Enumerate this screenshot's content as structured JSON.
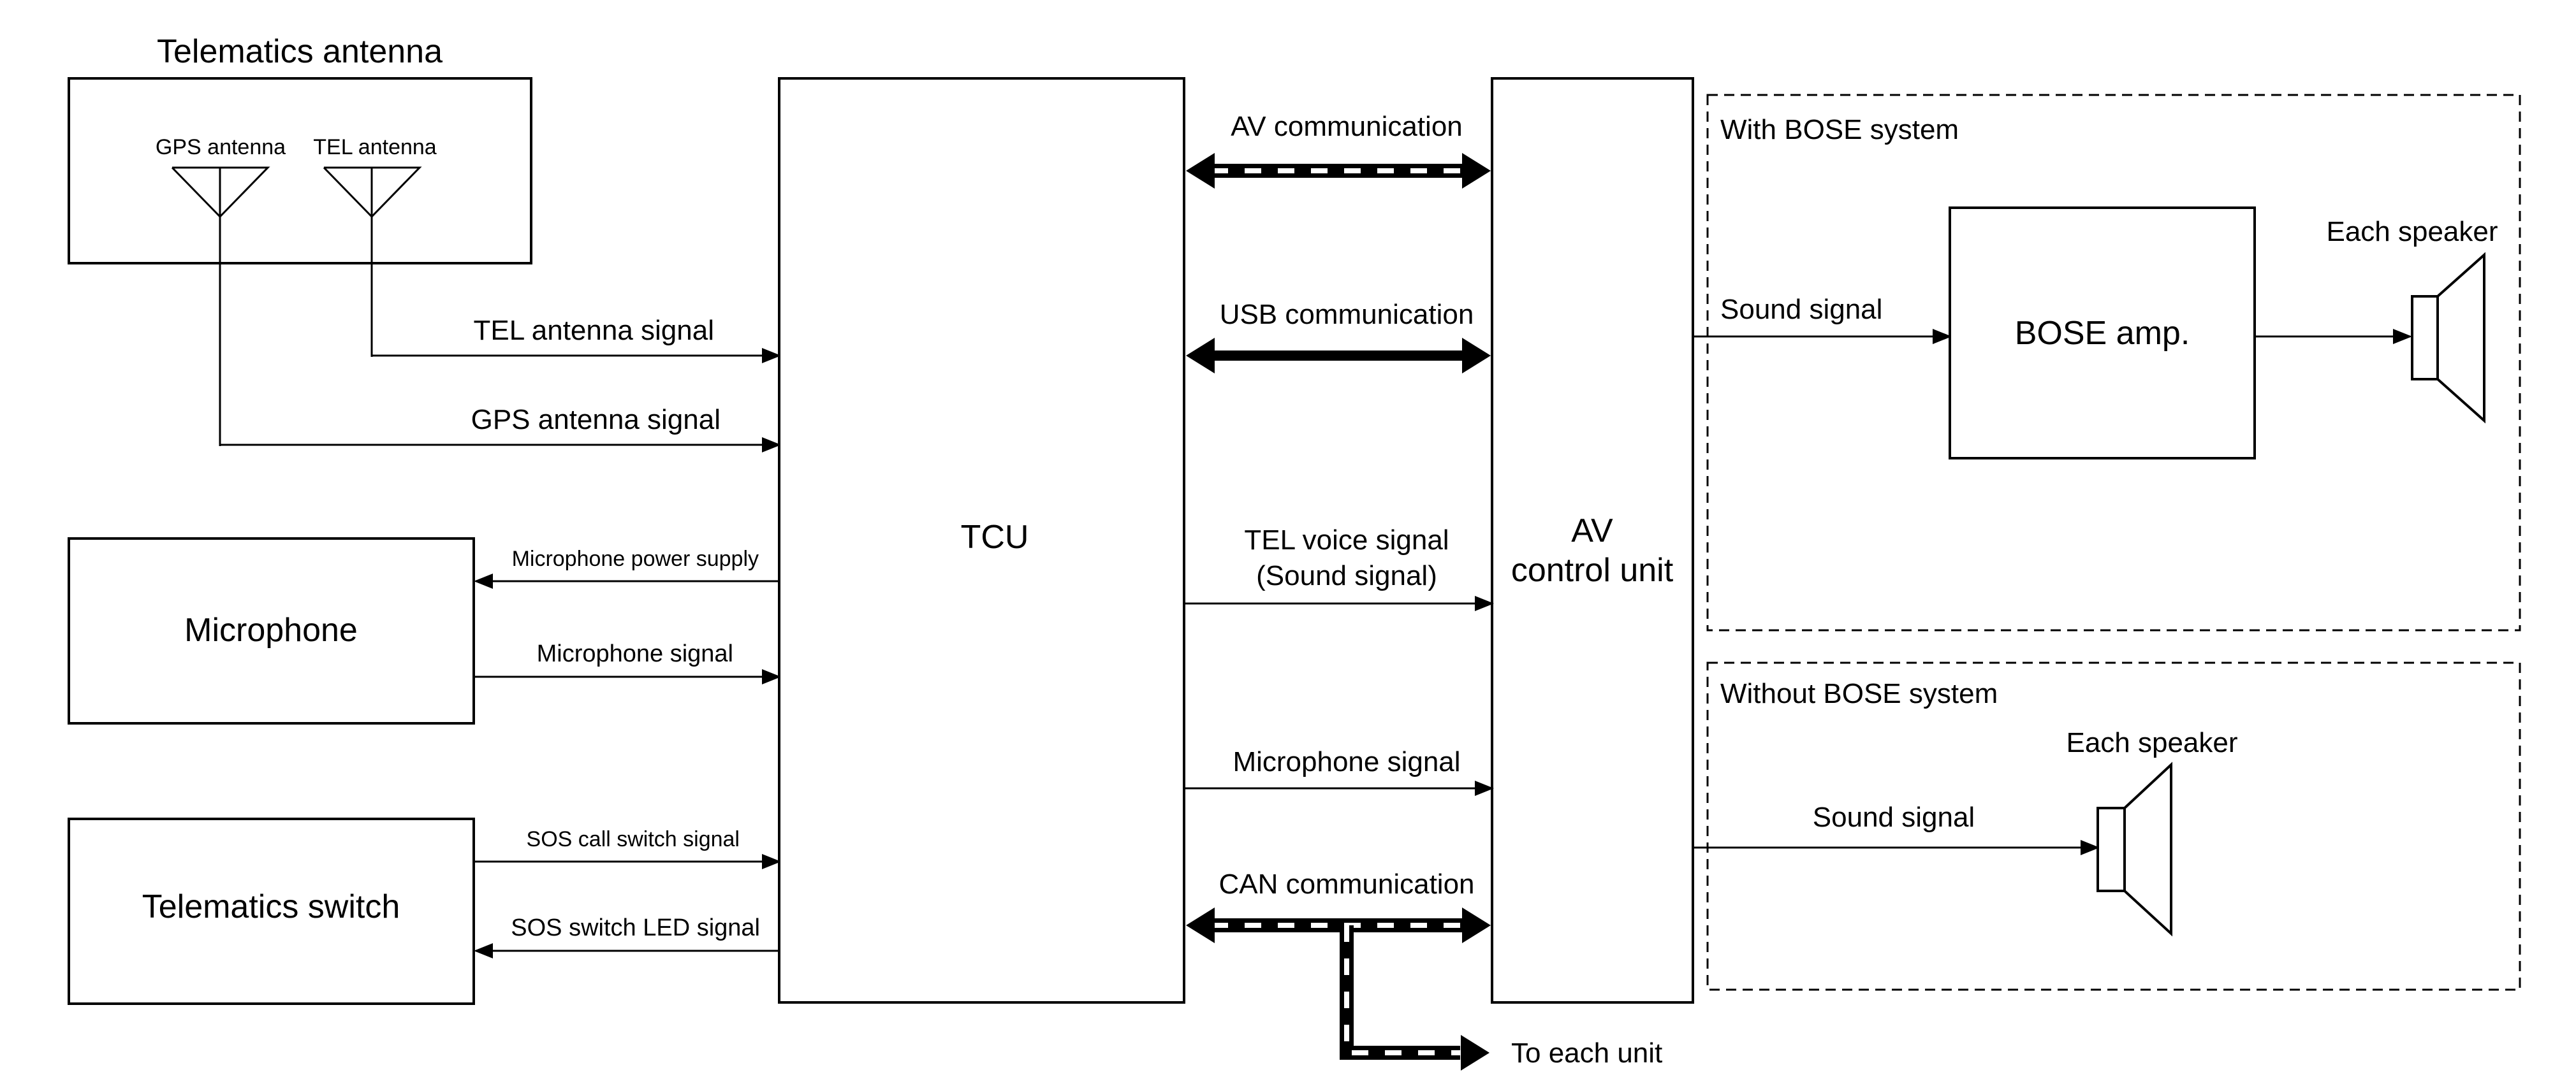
{
  "telematics_antenna": {
    "title": "Telematics antenna",
    "gps_antenna": "GPS antenna",
    "tel_antenna": "TEL antenna"
  },
  "tcu": {
    "label": "TCU"
  },
  "av_control_unit": {
    "line1": "AV",
    "line2": "control unit"
  },
  "microphone": {
    "label": "Microphone"
  },
  "telematics_switch": {
    "label": "Telematics switch"
  },
  "signals": {
    "tel_antenna_signal": "TEL antenna signal",
    "gps_antenna_signal": "GPS antenna signal",
    "microphone_power_supply": "Microphone power supply",
    "microphone_signal_left": "Microphone signal",
    "sos_call_switch_signal": "SOS call switch signal",
    "sos_switch_led_signal": "SOS switch LED signal",
    "av_communication": "AV communication",
    "usb_communication": "USB communication",
    "tel_voice_signal_line1": "TEL voice signal",
    "tel_voice_signal_line2": "(Sound signal)",
    "microphone_signal_right": "Microphone signal",
    "can_communication": "CAN communication",
    "to_each_unit": "To each unit"
  },
  "with_bose": {
    "title": "With BOSE system",
    "sound_signal": "Sound signal",
    "amp_label": "BOSE amp.",
    "speaker_label": "Each speaker"
  },
  "without_bose": {
    "title": "Without BOSE system",
    "sound_signal": "Sound signal",
    "speaker_label": "Each speaker"
  }
}
